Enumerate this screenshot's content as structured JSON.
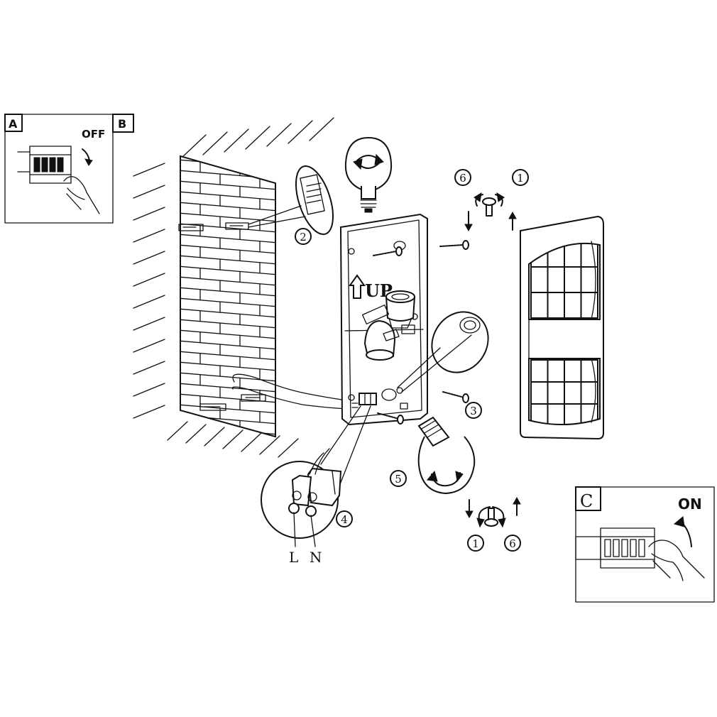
{
  "panels": {
    "a": {
      "label": "A",
      "switch_text": "OFF"
    },
    "b": {
      "label": "B"
    },
    "c": {
      "label": "C",
      "switch_text": "ON"
    }
  },
  "callouts": [
    "1",
    "2",
    "3",
    "4",
    "5",
    "6"
  ],
  "box_marking": "UP",
  "terminals": {
    "live": "L",
    "neutral": "N"
  },
  "colors": {
    "line": "#111111",
    "background": "#ffffff"
  }
}
